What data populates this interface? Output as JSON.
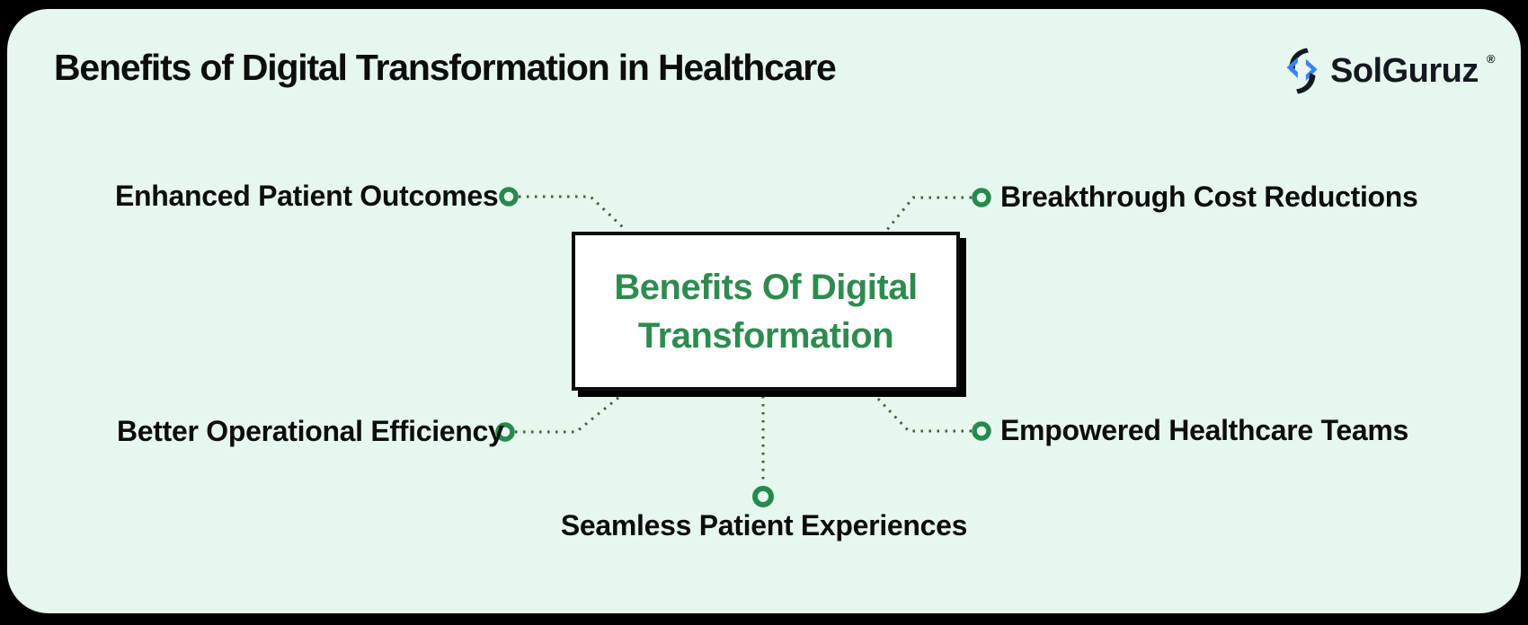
{
  "header": {
    "title": "Benefits of Digital Transformation in Healthcare",
    "logo": {
      "text": "SolGuruz",
      "registered_mark": "®"
    }
  },
  "diagram": {
    "center_node": {
      "line1": "Benefits Of Digital",
      "line2": "Transformation"
    },
    "nodes": [
      {
        "id": "enhanced-patient-outcomes",
        "label": "Enhanced Patient Outcomes",
        "position": "top-left"
      },
      {
        "id": "breakthrough-cost-reductions",
        "label": "Breakthrough Cost Reductions",
        "position": "top-right"
      },
      {
        "id": "better-operational-efficiency",
        "label": "Better Operational Efficiency",
        "position": "bottom-left"
      },
      {
        "id": "empowered-healthcare-teams",
        "label": "Empowered Healthcare Teams",
        "position": "bottom-right"
      },
      {
        "id": "seamless-patient-experiences",
        "label": "Seamless Patient Experiences",
        "position": "bottom-center"
      }
    ]
  },
  "colors": {
    "frame_background": "#000000",
    "panel_background": "#e6f8ee",
    "heading_text": "#0d0d0d",
    "center_node_text_green": "#2e8b4f",
    "center_node_background": "#ffffff",
    "connector_line": "#3c5c4a",
    "connector_ring_green": "#27894d",
    "logo_blue": "#3b82f6",
    "logo_black": "#14181f"
  }
}
